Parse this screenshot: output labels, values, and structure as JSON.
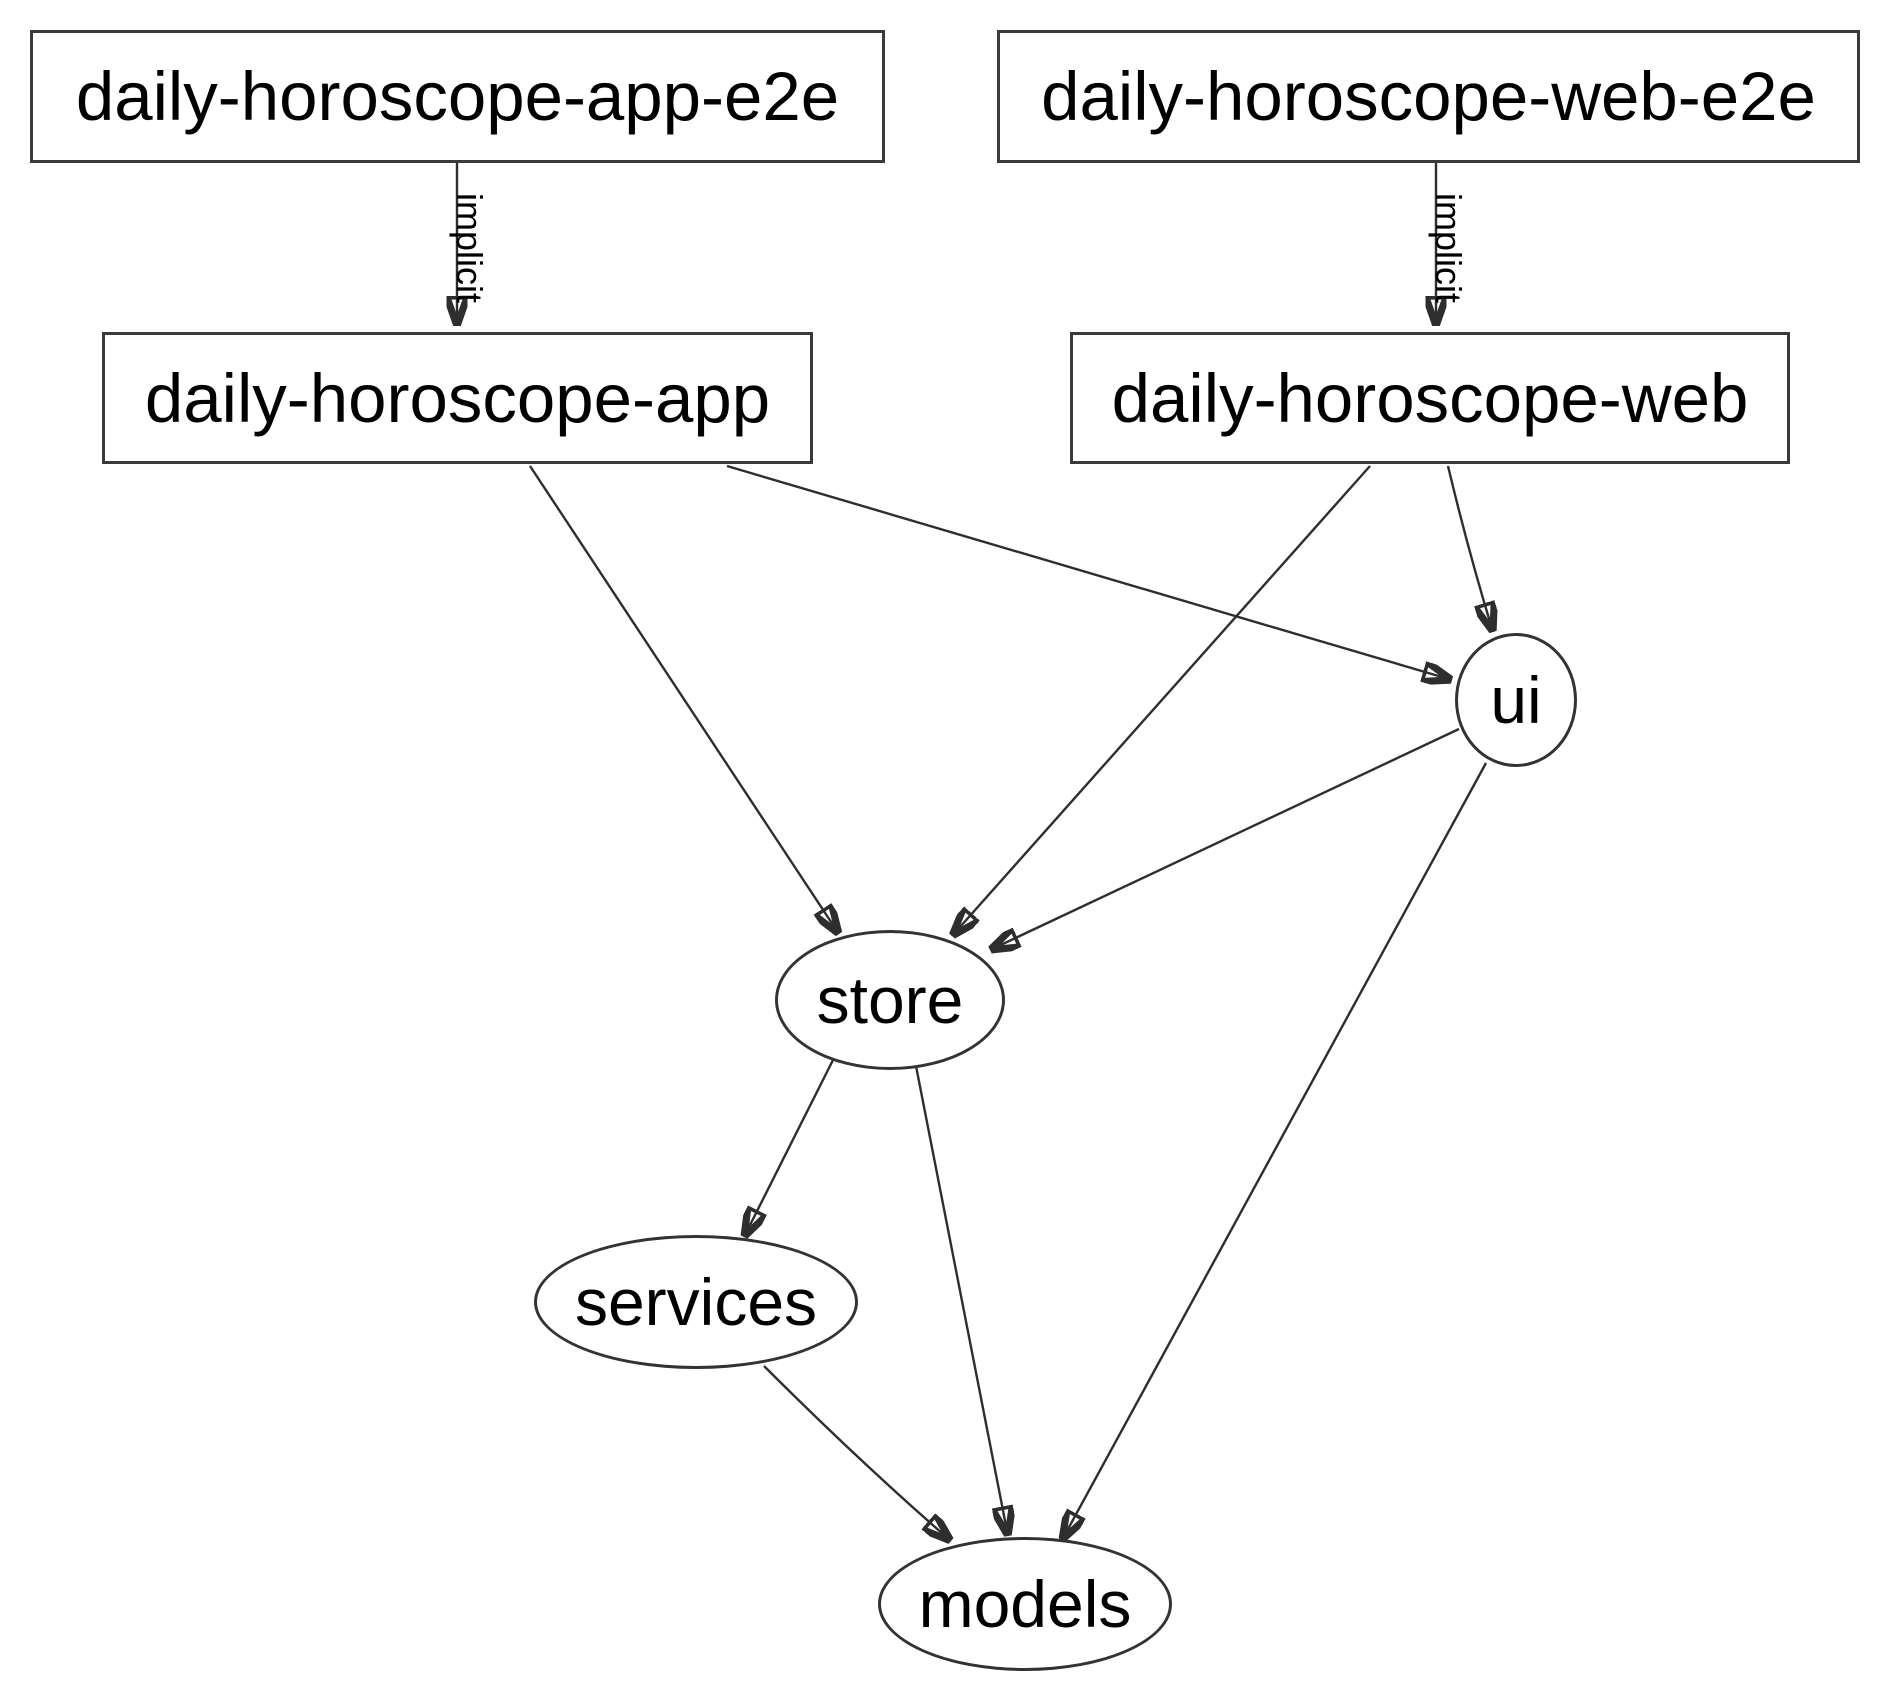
{
  "diagram": {
    "type": "dependency-graph",
    "colors": {
      "background": "#ffffff",
      "node_fill": "#ffffff",
      "stroke": "#2e2e2e",
      "text": "#000000"
    },
    "nodes": [
      {
        "id": "daily-horoscope-app-e2e",
        "label": "daily-horoscope-app-e2e",
        "shape": "rect"
      },
      {
        "id": "daily-horoscope-web-e2e",
        "label": "daily-horoscope-web-e2e",
        "shape": "rect"
      },
      {
        "id": "daily-horoscope-app",
        "label": "daily-horoscope-app",
        "shape": "rect"
      },
      {
        "id": "daily-horoscope-web",
        "label": "daily-horoscope-web",
        "shape": "rect"
      },
      {
        "id": "ui",
        "label": "ui",
        "shape": "ellipse"
      },
      {
        "id": "store",
        "label": "store",
        "shape": "ellipse"
      },
      {
        "id": "services",
        "label": "services",
        "shape": "ellipse"
      },
      {
        "id": "models",
        "label": "models",
        "shape": "ellipse"
      }
    ],
    "edges": [
      {
        "from": "daily-horoscope-app-e2e",
        "to": "daily-horoscope-app",
        "label": "implicit"
      },
      {
        "from": "daily-horoscope-web-e2e",
        "to": "daily-horoscope-web",
        "label": "implicit"
      },
      {
        "from": "daily-horoscope-app",
        "to": "ui",
        "label": ""
      },
      {
        "from": "daily-horoscope-app",
        "to": "store",
        "label": ""
      },
      {
        "from": "daily-horoscope-web",
        "to": "store",
        "label": ""
      },
      {
        "from": "daily-horoscope-web",
        "to": "ui",
        "label": ""
      },
      {
        "from": "ui",
        "to": "store",
        "label": ""
      },
      {
        "from": "ui",
        "to": "models",
        "label": ""
      },
      {
        "from": "store",
        "to": "services",
        "label": ""
      },
      {
        "from": "store",
        "to": "models",
        "label": ""
      },
      {
        "from": "services",
        "to": "models",
        "label": ""
      }
    ]
  }
}
